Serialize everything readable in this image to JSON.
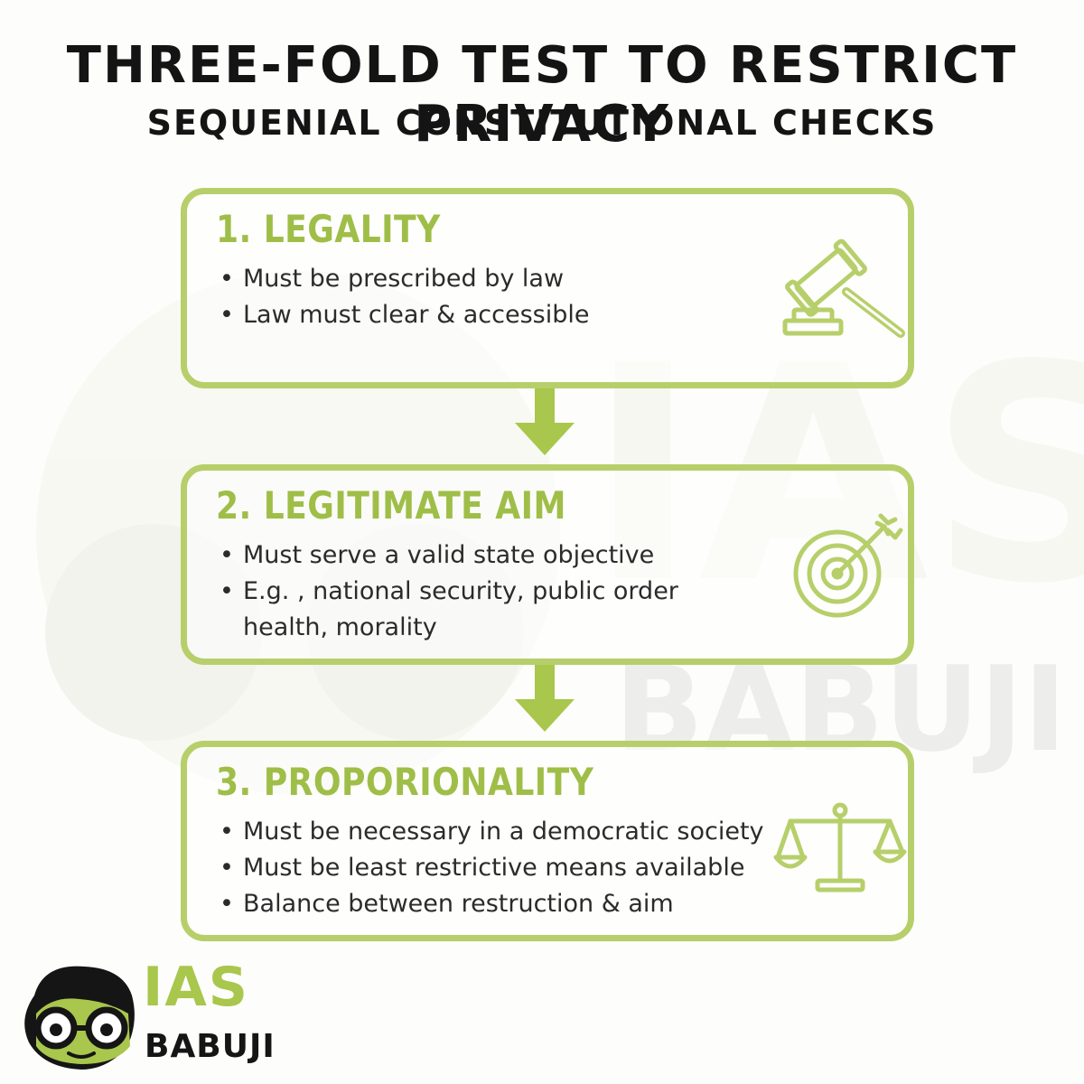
{
  "header": {
    "title": "THREE-FOLD TEST TO RESTRICT PRIVACY",
    "subtitle": "SEQUENIAL CONSTITUTIONAL CHECKS"
  },
  "steps": [
    {
      "title": "1. LEGALITY",
      "icon": "gavel-icon",
      "bullets": [
        "Must be prescribed by law",
        "Law must clear & accessible"
      ]
    },
    {
      "title": "2. LEGITIMATE AIM",
      "icon": "target-icon",
      "bullets": [
        "Must serve a valid state objective",
        "E.g. , national security, public order",
        "health, morality"
      ]
    },
    {
      "title": "3. PROPORIONALITY",
      "icon": "scales-icon",
      "bullets": [
        "Must be necessary in a democratic society",
        "Must be least restrictive means available",
        "Balance between restruction & aim"
      ]
    }
  ],
  "logo": {
    "line1": "IAS",
    "line2": "BABUJI"
  },
  "colors": {
    "accent": "#b7cf6a",
    "accent_text": "#9fbe48",
    "title_text": "#141414",
    "logo_dark": "#151515"
  }
}
